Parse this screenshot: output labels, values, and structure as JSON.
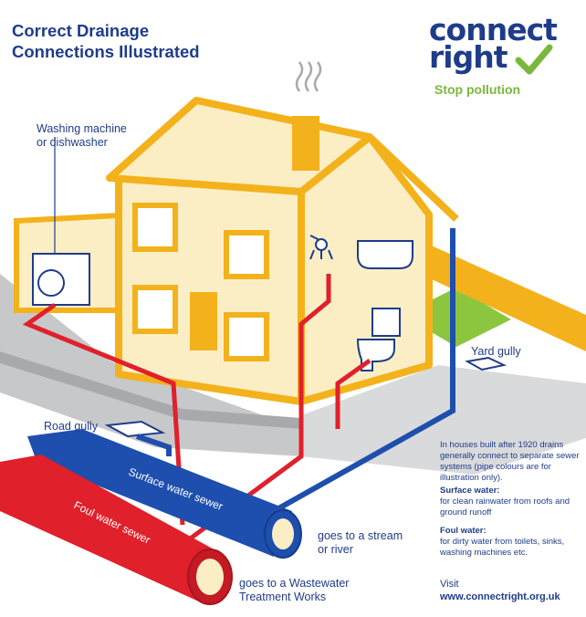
{
  "title": {
    "line1": "Correct Drainage",
    "line2": "Connections Illustrated"
  },
  "logo": {
    "word1": "connect",
    "word2": "right",
    "tagline": "Stop pollution",
    "check_icon": "check-mark-icon"
  },
  "labels": {
    "washing_machine": "Washing machine",
    "washing_machine_2": "or dishwasher",
    "road_gully": "Road gully",
    "yard_gully": "Yard gully",
    "surface_sewer": "Surface water sewer",
    "foul_sewer": "Foul water sewer",
    "stream_1": "goes to a stream",
    "stream_2": "or river",
    "wastewater_1": "goes to a Wastewater",
    "wastewater_2": "Treatment Works"
  },
  "notes": {
    "intro": "In houses built after 1920 drains generally connect to separate sewer systems (pipe colours are for illustration only).",
    "surface_heading": "Surface water:",
    "surface_text": "for clean rainwater from roofs and ground runoff",
    "foul_heading": "Foul water:",
    "foul_text": "for dirty water from toilets, sinks, washing machines etc."
  },
  "visit": {
    "label": "Visit",
    "url": "www.connectright.org.uk"
  },
  "colors": {
    "navy": "#1f3c8a",
    "green": "#7ab83c",
    "house_outline": "#f3b21b",
    "house_fill": "#fbeec5",
    "foul_pipe": "#e0202b",
    "surface_pipe": "#1e4fae",
    "road": "#c7c8ca",
    "road_dark": "#a7a9ac"
  }
}
